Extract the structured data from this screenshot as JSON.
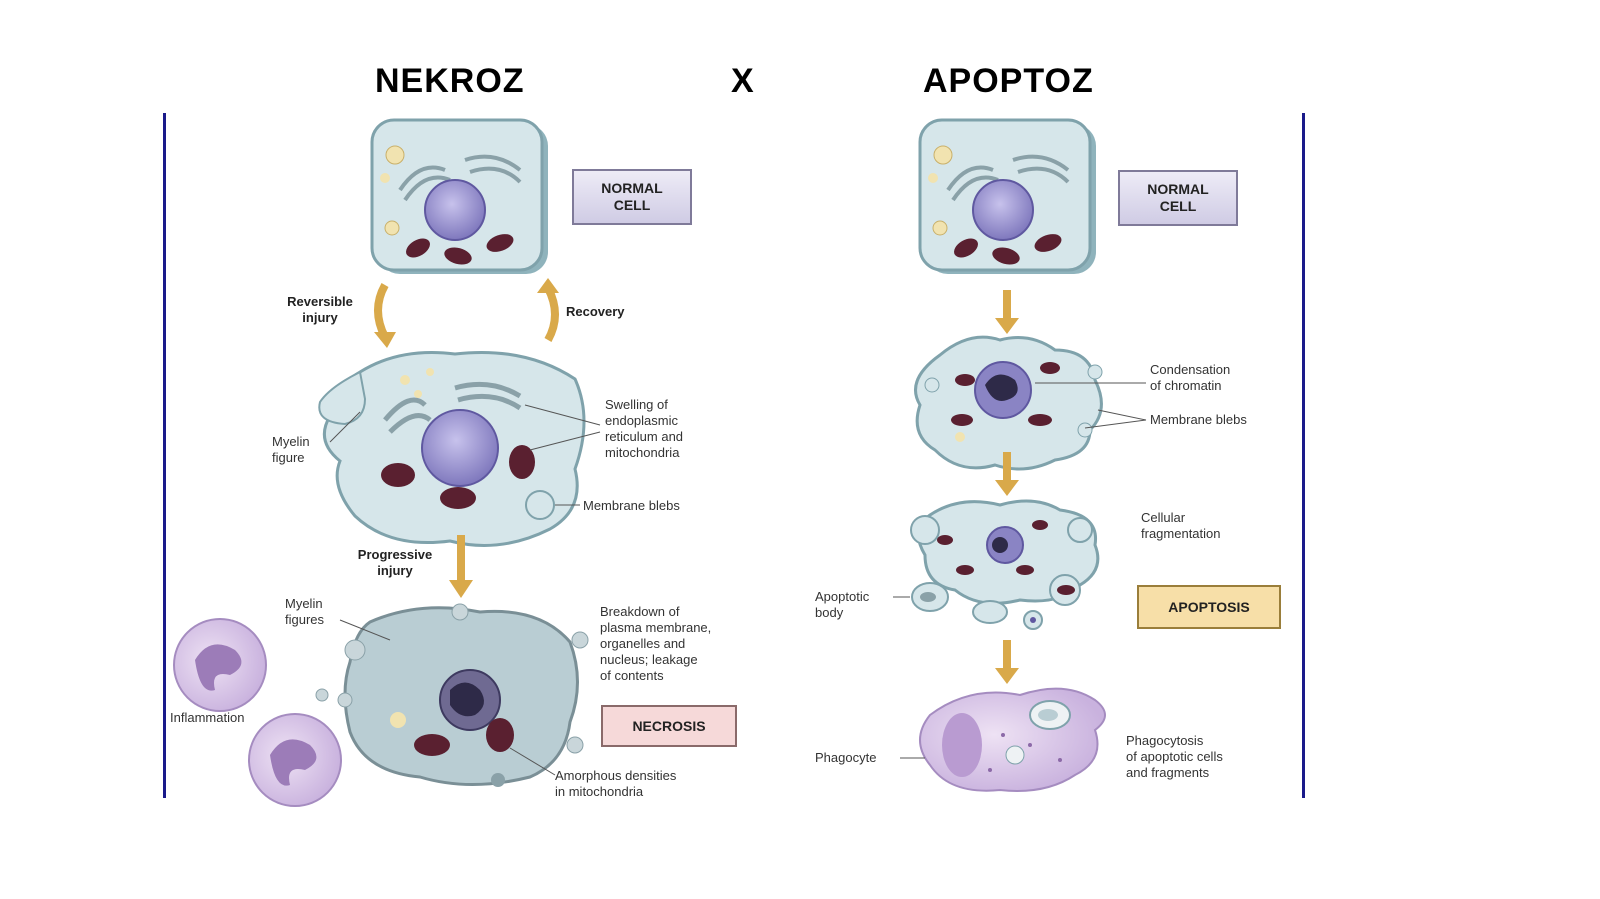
{
  "titles": {
    "left": "NEKROZ",
    "separator": "X",
    "right": "APOPTOZ"
  },
  "necrosis_panel": {
    "normal_box": [
      "NORMAL",
      "CELL"
    ],
    "reversible": [
      "Reversible",
      "injury"
    ],
    "recovery": "Recovery",
    "myelin_figure": [
      "Myelin",
      "figure"
    ],
    "swelling": [
      "Swelling of",
      "endoplasmic",
      "reticulum and",
      "mitochondria"
    ],
    "membrane_blebs": "Membrane blebs",
    "progressive": [
      "Progressive",
      "injury"
    ],
    "myelin_figures": [
      "Myelin",
      "figures"
    ],
    "breakdown": [
      "Breakdown of",
      "plasma membrane,",
      "organelles and",
      "nucleus; leakage",
      "of contents"
    ],
    "inflammation": "Inflammation",
    "necrosis_box": "NECROSIS",
    "amorphous": [
      "Amorphous densities",
      "in mitochondria"
    ]
  },
  "apoptosis_panel": {
    "normal_box": [
      "NORMAL",
      "CELL"
    ],
    "condensation": [
      "Condensation",
      "of chromatin"
    ],
    "membrane_blebs": "Membrane blebs",
    "fragmentation": [
      "Cellular",
      "fragmentation"
    ],
    "apoptotic_body": [
      "Apoptotic",
      "body"
    ],
    "apoptosis_box": "APOPTOSIS",
    "phagocyte": "Phagocyte",
    "phagocytosis": [
      "Phagocytosis",
      "of apoptotic cells",
      "and fragments"
    ]
  },
  "colors": {
    "cell_fill": "#d6e6ea",
    "nucleus": "#8a84c4",
    "mitochondria": "#5a2030",
    "arrow": "#d9a94a",
    "box_normal": "#d9d6ea",
    "box_necrosis": "#f6d9d9",
    "box_apoptosis": "#f7dfa8",
    "phagocyte": "#d9c6e6",
    "divider": "#1a1a8a"
  }
}
